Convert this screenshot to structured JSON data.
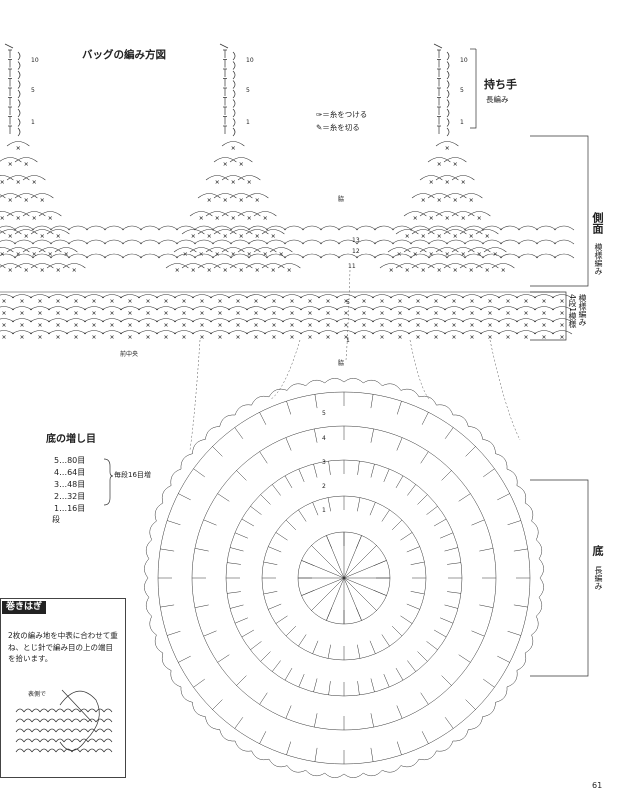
{
  "title": "バッグの編み方図",
  "handle": {
    "label": "持ち手",
    "sub": "長編み",
    "row_numbers": [
      "10",
      "5",
      "1"
    ]
  },
  "legend": [
    {
      "icon": "yarn-attach-icon",
      "text": "＝糸をつける"
    },
    {
      "icon": "yarn-cut-icon",
      "text": "＝糸を切る"
    }
  ],
  "side": {
    "label": "側面",
    "sub": "模様編み"
  },
  "band": {
    "label": "4段1模様",
    "sub": "模様編み"
  },
  "base": {
    "label": "底",
    "sub": "長編み"
  },
  "side_marker": "脇",
  "front_center": "前中央",
  "side_row_numbers": [
    "1",
    "5",
    "8",
    "9",
    "10",
    "11",
    "12",
    "13"
  ],
  "base_row_numbers": [
    "5",
    "4",
    "3",
    "2",
    "1"
  ],
  "increase": {
    "title": "底の増し目",
    "rows": [
      {
        "row": "5",
        "count": "…80目"
      },
      {
        "row": "4",
        "count": "…64目"
      },
      {
        "row": "3",
        "count": "…48目"
      },
      {
        "row": "2",
        "count": "…32目"
      },
      {
        "row": "1",
        "count": "…16目"
      }
    ],
    "footer": "段",
    "note": "毎段16目増"
  },
  "sewing": {
    "title": "巻きはぎ",
    "text": "2枚の編み地を中表に合わせて重ね、とじ針で編み目の上の端目を拾います。",
    "small": "表側で"
  },
  "page_number": "61"
}
